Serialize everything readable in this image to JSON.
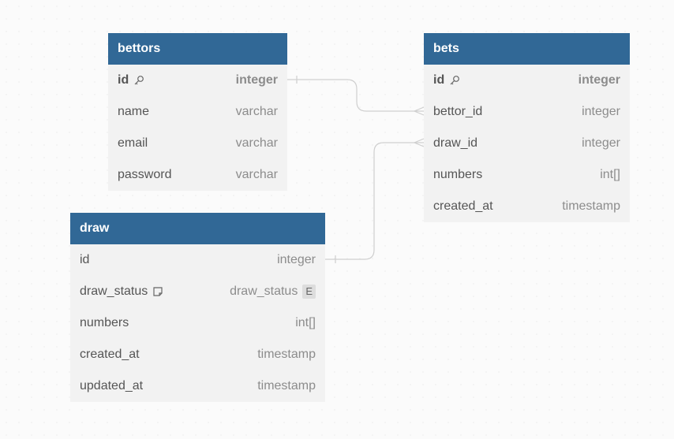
{
  "tables": {
    "bettors": {
      "name": "bettors",
      "fields": [
        {
          "name": "id",
          "type": "integer",
          "pk": true
        },
        {
          "name": "name",
          "type": "varchar"
        },
        {
          "name": "email",
          "type": "varchar"
        },
        {
          "name": "password",
          "type": "varchar"
        }
      ]
    },
    "bets": {
      "name": "bets",
      "fields": [
        {
          "name": "id",
          "type": "integer",
          "pk": true
        },
        {
          "name": "bettor_id",
          "type": "integer"
        },
        {
          "name": "draw_id",
          "type": "integer"
        },
        {
          "name": "numbers",
          "type": "int[]"
        },
        {
          "name": "created_at",
          "type": "timestamp"
        }
      ]
    },
    "draw": {
      "name": "draw",
      "fields": [
        {
          "name": "id",
          "type": "integer"
        },
        {
          "name": "draw_status",
          "type": "draw_status",
          "enum_badge": "E"
        },
        {
          "name": "numbers",
          "type": "int[]"
        },
        {
          "name": "created_at",
          "type": "timestamp"
        },
        {
          "name": "updated_at",
          "type": "timestamp"
        }
      ]
    }
  },
  "colors": {
    "header": "#316896",
    "body": "#f2f2f2",
    "edge": "#c8c8c8"
  },
  "icons": {
    "primary_key": "key-icon",
    "note": "note-icon"
  }
}
